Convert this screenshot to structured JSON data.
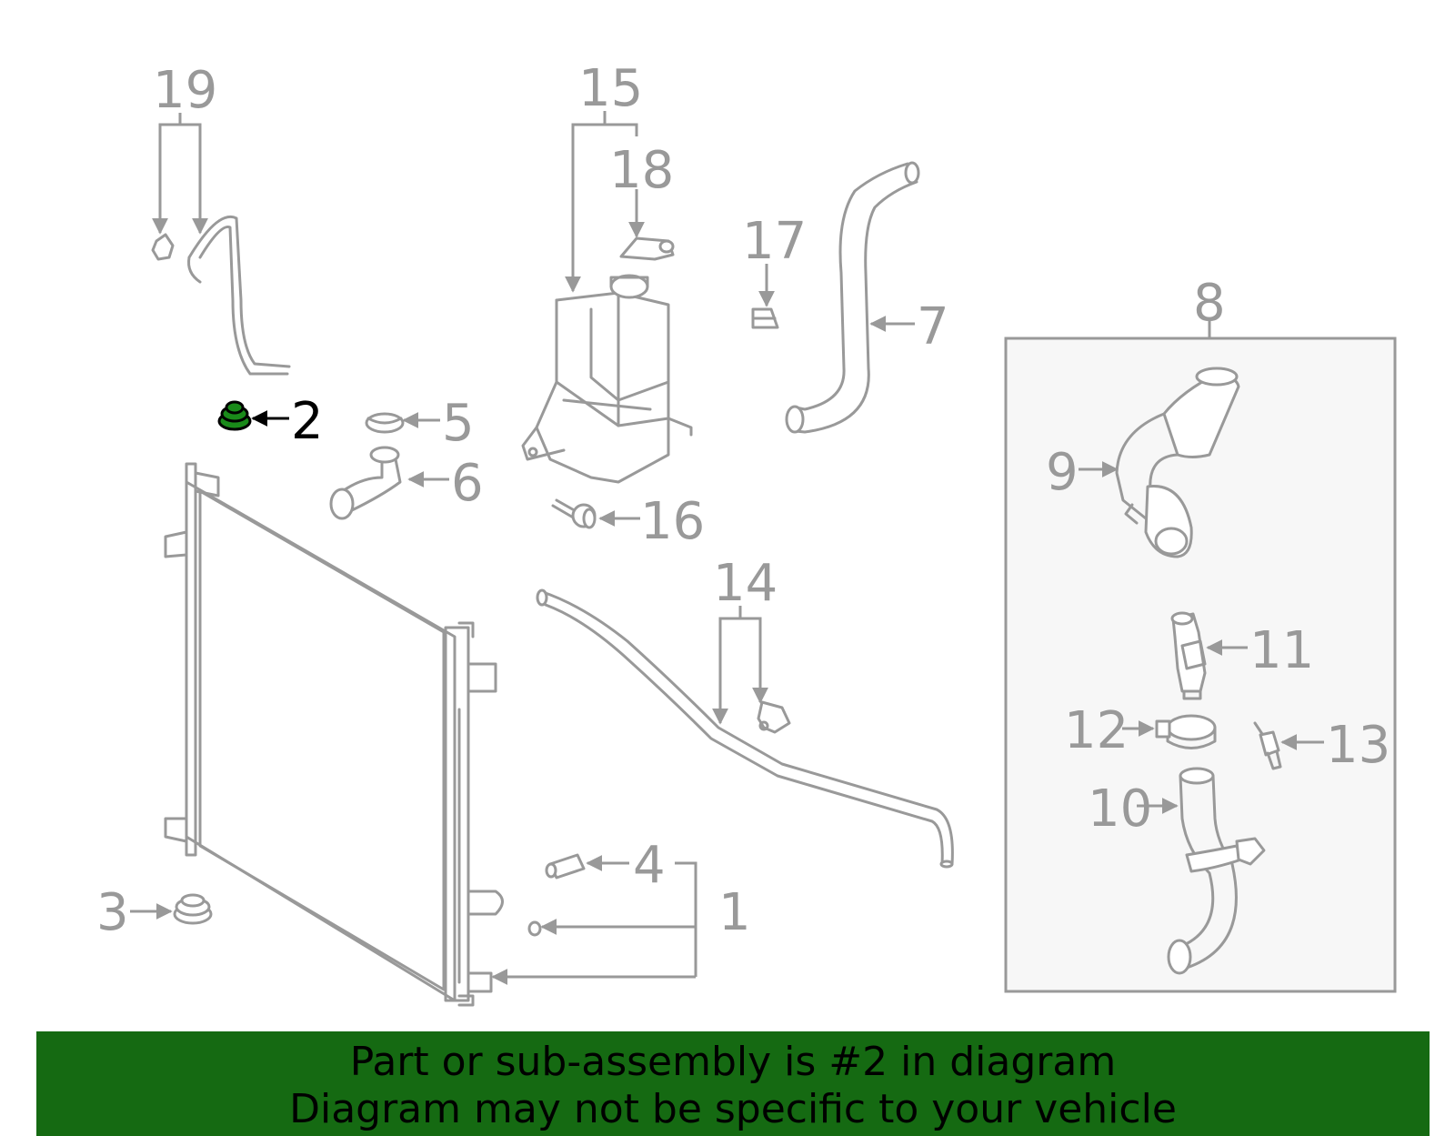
{
  "diagram": {
    "selected_part": "2",
    "accent_color": "#1a8a1a",
    "callouts": {
      "c1": "1",
      "c2": "2",
      "c3": "3",
      "c4": "4",
      "c5": "5",
      "c6": "6",
      "c7": "7",
      "c8": "8",
      "c9": "9",
      "c10": "10",
      "c11": "11",
      "c12": "12",
      "c13": "13",
      "c14": "14",
      "c15": "15",
      "c16": "16",
      "c17": "17",
      "c18": "18",
      "c19": "19"
    }
  },
  "banner": {
    "line1": "Part or sub-assembly is #2 in diagram",
    "line2": "Diagram may not be specific to your vehicle",
    "background_color": "#156a12"
  }
}
